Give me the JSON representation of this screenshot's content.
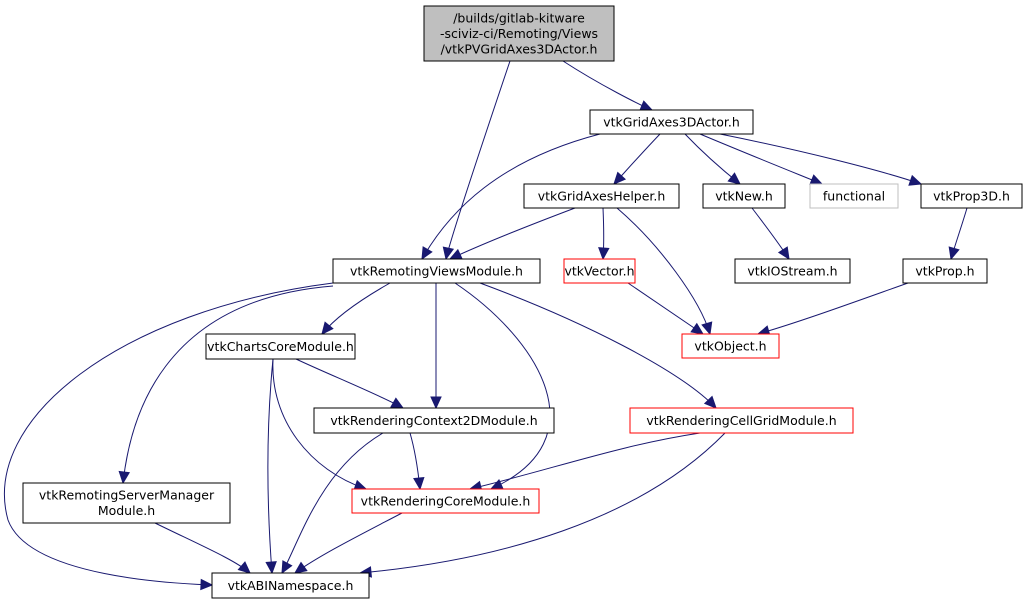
{
  "title": "Include dependency graph for vtkPVGridAxes3DActor.h",
  "colors": {
    "edge": "#191970",
    "root_fill": "#bfbfbf",
    "node_border": "#000000",
    "undocumented_border": "#ff0000",
    "external_border": "#bfbfbf",
    "external_text": "#404040"
  },
  "nodes": [
    {
      "id": "root",
      "lines": [
        "/builds/gitlab-kitware",
        "-sciviz-ci/Remoting/Views",
        "/vtkPVGridAxes3DActor.h"
      ],
      "style": "root"
    },
    {
      "id": "gridaxes3dactor",
      "lines": [
        "vtkGridAxes3DActor.h"
      ],
      "style": "normal"
    },
    {
      "id": "gridaxeshelper",
      "lines": [
        "vtkGridAxesHelper.h"
      ],
      "style": "normal"
    },
    {
      "id": "vtknew",
      "lines": [
        "vtkNew.h"
      ],
      "style": "normal"
    },
    {
      "id": "functional",
      "lines": [
        "functional"
      ],
      "style": "external"
    },
    {
      "id": "prop3d",
      "lines": [
        "vtkProp3D.h"
      ],
      "style": "normal"
    },
    {
      "id": "remotingviews",
      "lines": [
        "vtkRemotingViewsModule.h"
      ],
      "style": "normal"
    },
    {
      "id": "vector",
      "lines": [
        "vtkVector.h"
      ],
      "style": "red"
    },
    {
      "id": "iostream",
      "lines": [
        "vtkIOStream.h"
      ],
      "style": "normal"
    },
    {
      "id": "prop",
      "lines": [
        "vtkProp.h"
      ],
      "style": "normal"
    },
    {
      "id": "object",
      "lines": [
        "vtkObject.h"
      ],
      "style": "red"
    },
    {
      "id": "chartscore",
      "lines": [
        "vtkChartsCoreModule.h"
      ],
      "style": "normal"
    },
    {
      "id": "context2d",
      "lines": [
        "vtkRenderingContext2DModule.h"
      ],
      "style": "normal"
    },
    {
      "id": "cellgrid",
      "lines": [
        "vtkRenderingCellGridModule.h"
      ],
      "style": "red"
    },
    {
      "id": "servermanager",
      "lines": [
        "vtkRemotingServerManager",
        "Module.h"
      ],
      "style": "normal"
    },
    {
      "id": "renderingcore",
      "lines": [
        "vtkRenderingCoreModule.h"
      ],
      "style": "red"
    },
    {
      "id": "abinamespace",
      "lines": [
        "vtkABINamespace.h"
      ],
      "style": "normal"
    }
  ],
  "edges": [
    {
      "from": "root",
      "to": "remotingviews"
    },
    {
      "from": "root",
      "to": "gridaxes3dactor"
    },
    {
      "from": "gridaxes3dactor",
      "to": "remotingviews"
    },
    {
      "from": "gridaxes3dactor",
      "to": "gridaxeshelper"
    },
    {
      "from": "gridaxes3dactor",
      "to": "vtknew"
    },
    {
      "from": "gridaxes3dactor",
      "to": "functional"
    },
    {
      "from": "gridaxes3dactor",
      "to": "prop3d"
    },
    {
      "from": "gridaxeshelper",
      "to": "remotingviews"
    },
    {
      "from": "gridaxeshelper",
      "to": "vector"
    },
    {
      "from": "gridaxeshelper",
      "to": "object"
    },
    {
      "from": "vtknew",
      "to": "iostream"
    },
    {
      "from": "prop3d",
      "to": "prop"
    },
    {
      "from": "vector",
      "to": "object"
    },
    {
      "from": "prop",
      "to": "object"
    },
    {
      "from": "remotingviews",
      "to": "chartscore"
    },
    {
      "from": "remotingviews",
      "to": "context2d"
    },
    {
      "from": "remotingviews",
      "to": "renderingcore"
    },
    {
      "from": "remotingviews",
      "to": "cellgrid"
    },
    {
      "from": "remotingviews",
      "to": "servermanager"
    },
    {
      "from": "remotingviews",
      "to": "abinamespace"
    },
    {
      "from": "chartscore",
      "to": "context2d"
    },
    {
      "from": "chartscore",
      "to": "renderingcore"
    },
    {
      "from": "chartscore",
      "to": "abinamespace"
    },
    {
      "from": "context2d",
      "to": "renderingcore"
    },
    {
      "from": "context2d",
      "to": "abinamespace"
    },
    {
      "from": "cellgrid",
      "to": "renderingcore"
    },
    {
      "from": "cellgrid",
      "to": "abinamespace"
    },
    {
      "from": "servermanager",
      "to": "abinamespace"
    },
    {
      "from": "renderingcore",
      "to": "abinamespace"
    }
  ]
}
